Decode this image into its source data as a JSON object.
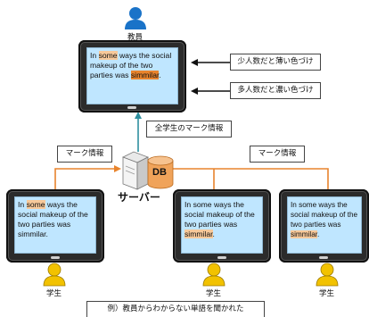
{
  "teacher": {
    "label": "教員"
  },
  "sentence": {
    "seg1": "In ",
    "seg2": "some",
    "seg3": " ways the social makeup of the two parties was ",
    "seg4": "simmilar",
    "seg5": "."
  },
  "annotations": {
    "light": "少人数だと薄い色づけ",
    "dark": "多人数だと濃い色づけ",
    "all_marks": "全学生のマーク情報",
    "mark_left": "マーク情報",
    "mark_right": "マーク情報"
  },
  "server": {
    "db_label": "DB",
    "label": "サーバー"
  },
  "students": [
    {
      "label": "学生"
    },
    {
      "label": "学生"
    },
    {
      "label": "学生"
    }
  ],
  "caption": "例）教員からわからない単語を聞かれた",
  "colors": {
    "line_orange": "#e8842d",
    "line_teal": "#2f8f9e",
    "screen": "#bfe6ff",
    "person": "#1a73c8",
    "student": "#f2c200"
  },
  "icons": [
    "teacher-person-icon",
    "server-icon",
    "database-icon",
    "student-person-icon"
  ]
}
